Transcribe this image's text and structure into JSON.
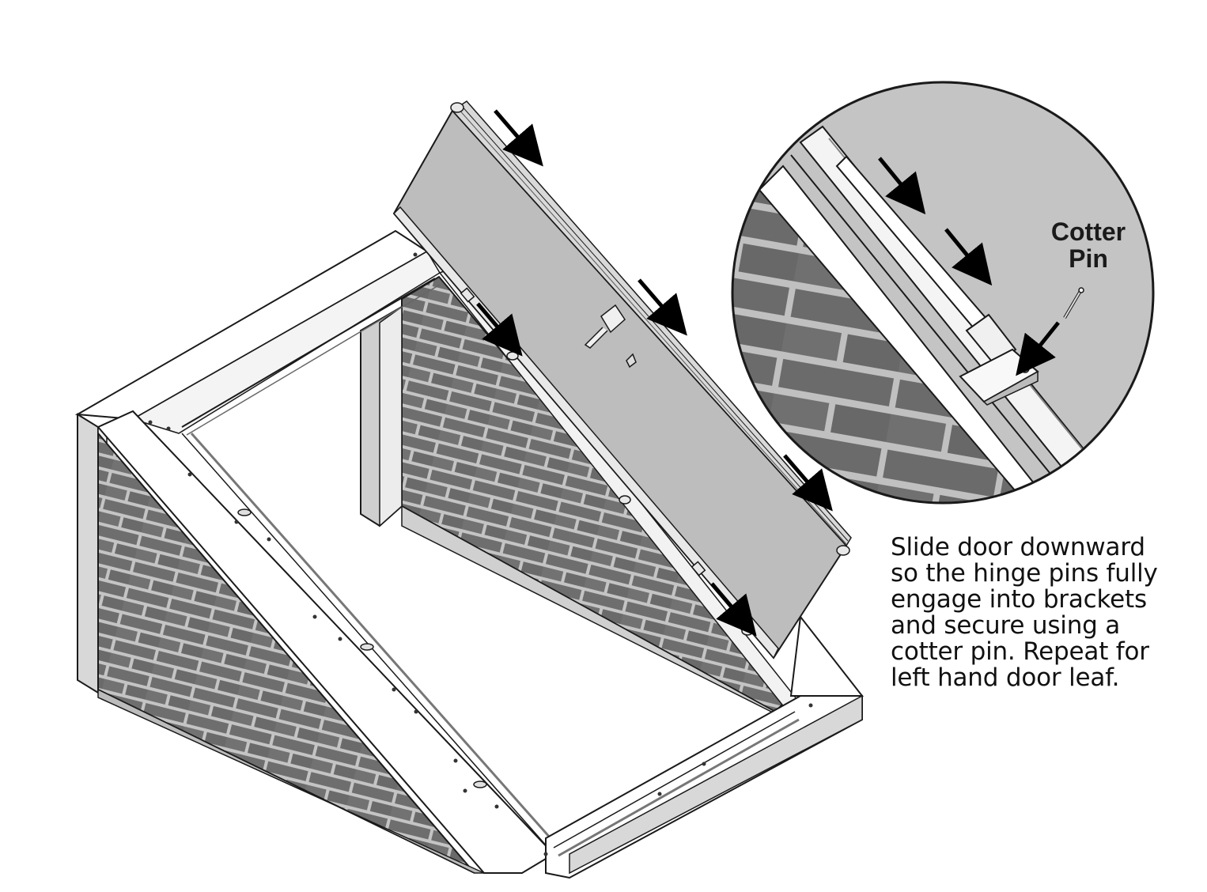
{
  "callout": {
    "line1": "Cotter",
    "line2": "Pin"
  },
  "instruction_text": "Slide door downward\nso the hinge pins fully\nengage into brackets\nand secure using a\ncotter pin. Repeat for\nleft hand door leaf.",
  "colors": {
    "brick": "#6e6e6e",
    "mortar": "#c4c4c4",
    "door_panel": "#bdbdbd",
    "frame": "#ffffff",
    "outline": "#1a1a1a"
  }
}
